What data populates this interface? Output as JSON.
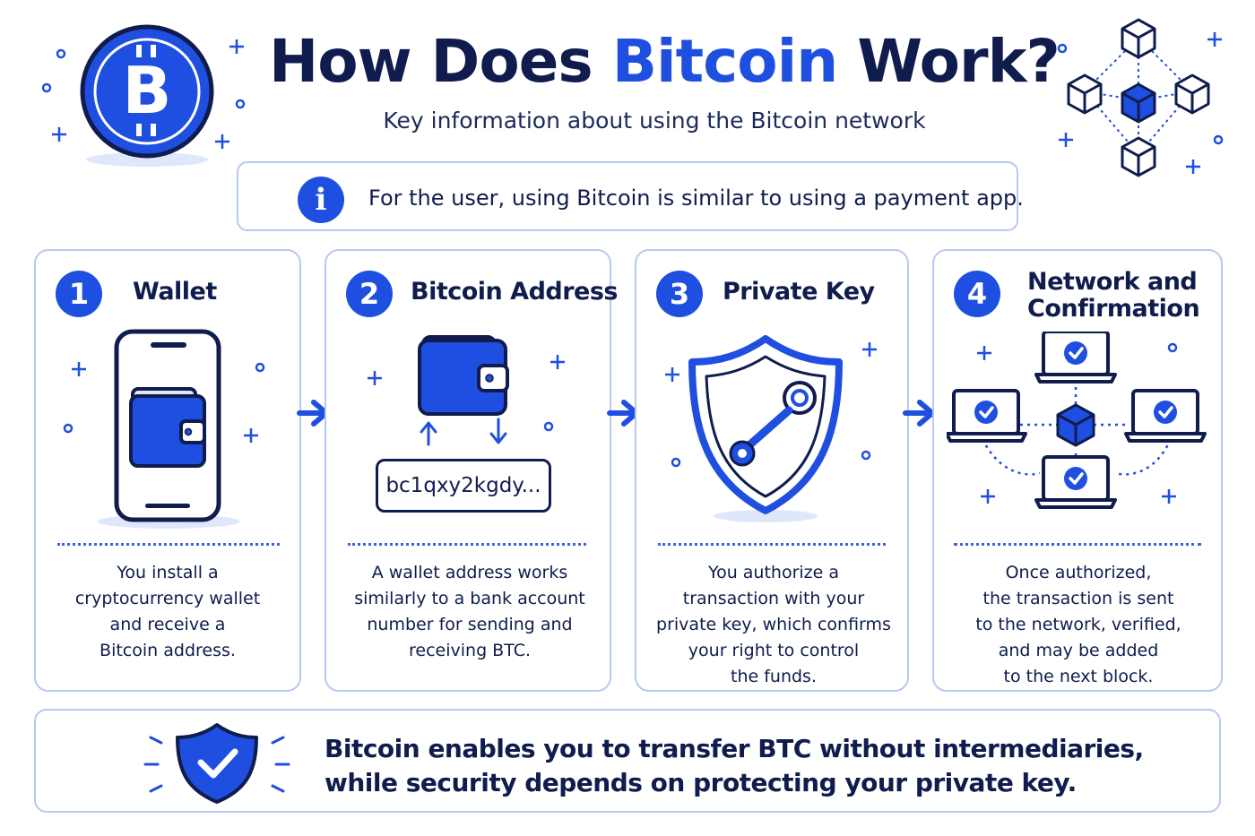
{
  "header": {
    "title_prefix": "How Does ",
    "title_accent": "Bitcoin",
    "title_suffix": " Work?",
    "subtitle": "Key information about using the Bitcoin network",
    "bitcoin_coin_icon": "bitcoin-coin-icon",
    "blockchain_icon": "blockchain-network-icon"
  },
  "info": {
    "icon": "info-icon",
    "icon_glyph": "i",
    "text": "For the user, using Bitcoin is similar to using a payment app."
  },
  "steps": [
    {
      "number": "1",
      "title": "Wallet",
      "icon": "smartphone-wallet-icon",
      "description": [
        "You install a",
        "cryptocurrency wallet",
        "and receive a",
        "Bitcoin address."
      ]
    },
    {
      "number": "2",
      "title": "Bitcoin Address",
      "icon": "wallet-icon",
      "address": "bc1qxy2kgdy...",
      "description": [
        "A wallet address works",
        "similarly to a bank account",
        "number for sending and",
        "receiving BTC."
      ]
    },
    {
      "number": "3",
      "title": "Private Key",
      "icon": "shield-key-icon",
      "description": [
        "You authorize a",
        "transaction with your",
        "private key, which confirms",
        "your right to control",
        "the funds."
      ]
    },
    {
      "number": "4",
      "title": "Network and Confirmation",
      "icon": "network-laptops-icon",
      "description": [
        "Once authorized,",
        "the transaction is sent",
        "to the network, verified,",
        "and may be added",
        "to the next block."
      ]
    }
  ],
  "summary": {
    "icon": "shield-check-icon",
    "line1": "Bitcoin enables you to transfer BTC without intermediaries,",
    "line2": "while security depends on protecting your private key."
  },
  "colors": {
    "primary": "#1f4fe0",
    "navy": "#0f1c4d",
    "border": "#b9c8f2",
    "light": "#dfe7fb"
  }
}
